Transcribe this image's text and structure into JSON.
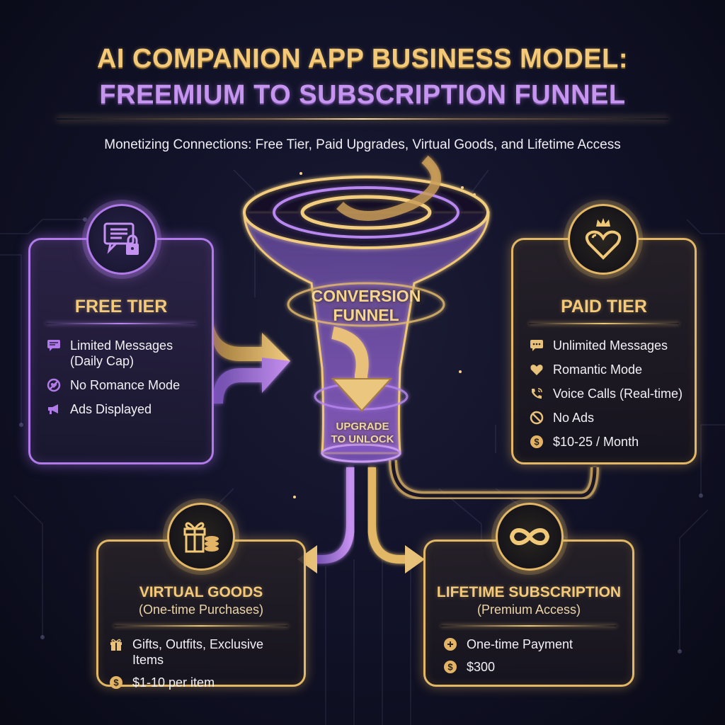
{
  "header": {
    "title_line1": "AI COMPANION APP BUSINESS MODEL:",
    "title_line2": "FREEMIUM TO SUBSCRIPTION FUNNEL",
    "subtitle": "Monetizing Connections: Free Tier, Paid Upgrades, Virtual Goods, and Lifetime Access"
  },
  "colors": {
    "gold": "#e2b866",
    "purple": "#b07ae8",
    "background": "#12132a",
    "title_gold": "#f4c978",
    "title_purple": "#c695ef"
  },
  "funnel": {
    "label_line1": "CONVERSION",
    "label_line2": "FUNNEL",
    "cta_line1": "UPGRADE",
    "cta_line2": "TO UNLOCK",
    "icon": "funnel-swirl-icon"
  },
  "free_tier": {
    "icon": "chat-lock-icon",
    "title": "FREE TIER",
    "items": [
      {
        "icon": "chat-icon",
        "label": "Limited Messages\n(Daily Cap)"
      },
      {
        "icon": "no-heart-icon",
        "label": "No Romance Mode"
      },
      {
        "icon": "megaphone-icon",
        "label": "Ads Displayed"
      }
    ]
  },
  "paid_tier": {
    "icon": "crowned-heart-icon",
    "title": "PAID TIER",
    "items": [
      {
        "icon": "chat-dots-icon",
        "label": "Unlimited Messages"
      },
      {
        "icon": "heart-icon",
        "label": "Romantic Mode"
      },
      {
        "icon": "phone-call-icon",
        "label": "Voice Calls (Real-time)"
      },
      {
        "icon": "no-ads-icon",
        "label": "No Ads"
      },
      {
        "icon": "dollar-coin-icon",
        "label": "$10-25 / Month"
      }
    ]
  },
  "virtual_goods": {
    "icon": "gift-coins-icon",
    "title": "VIRTUAL GOODS",
    "subtitle": "(One-time Purchases)",
    "items": [
      {
        "icon": "gift-icon",
        "label": "Gifts, Outfits, Exclusive Items"
      },
      {
        "icon": "dollar-coin-icon",
        "label": "$1-10 per item"
      }
    ]
  },
  "lifetime": {
    "icon": "infinity-icon",
    "title": "LIFETIME SUBSCRIPTION",
    "subtitle": "(Premium Access)",
    "items": [
      {
        "icon": "plus-coin-icon",
        "label": "One-time Payment"
      },
      {
        "icon": "dollar-coin-icon",
        "label": "$300"
      }
    ]
  }
}
